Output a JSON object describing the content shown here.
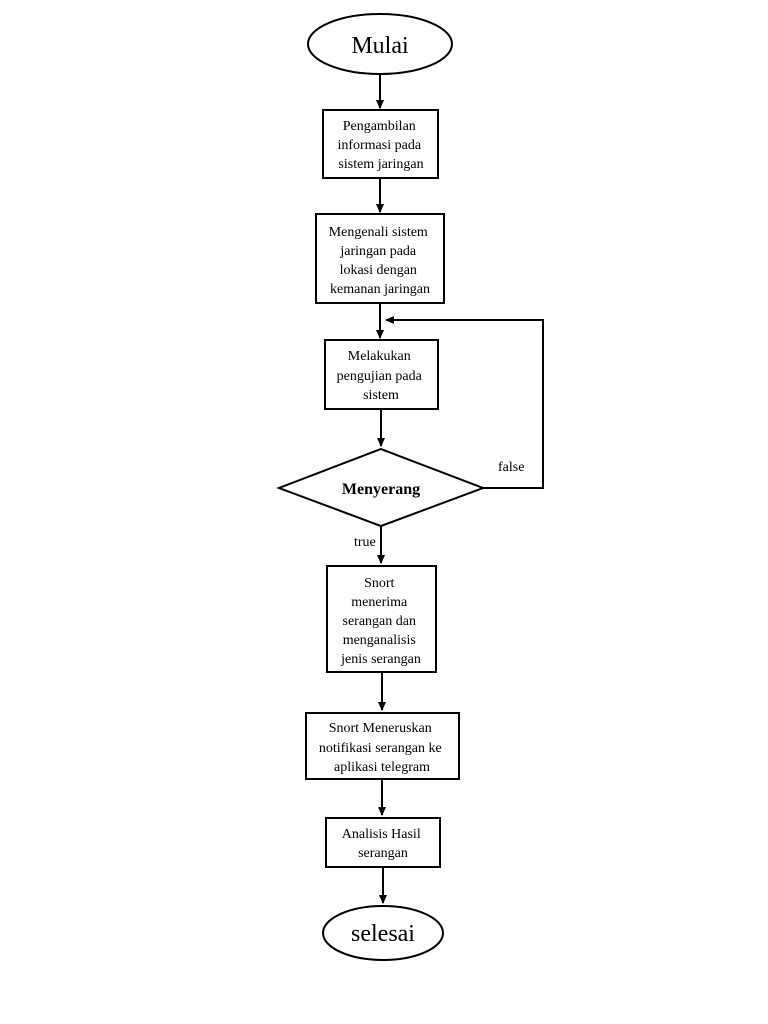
{
  "flowchart": {
    "start": "Mulai",
    "step1": [
      "Pengambilan",
      "informasi  pada",
      "sistem jaringan"
    ],
    "step2": [
      "Mengenali sistem",
      "jaringan pada",
      "lokasi dengan",
      "kemanan jaringan"
    ],
    "step3": [
      "Melakukan",
      "pengujian pada",
      "sistem"
    ],
    "decision": "Menyerang",
    "label_false": "false",
    "label_true": "true",
    "step4": [
      "Snort",
      "menerima",
      "serangan dan",
      "menganalisis",
      "jenis serangan"
    ],
    "step5": [
      "Snort Meneruskan",
      "notifikasi serangan ke",
      "aplikasi telegram"
    ],
    "step6": [
      "Analisis Hasil",
      "serangan"
    ],
    "end": "selesai"
  }
}
